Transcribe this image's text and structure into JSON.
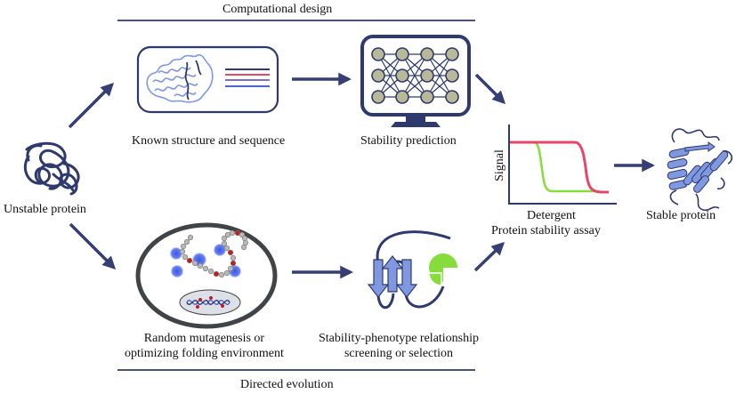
{
  "sections": {
    "top_title": "Computational design",
    "bottom_title": "Directed evolution"
  },
  "nodes": {
    "unstable": "Unstable protein",
    "known": "Known structure and sequence",
    "prediction": "Stability prediction",
    "mutagenesis_line1": "Random mutagenesis or",
    "mutagenesis_line2": "optimizing folding environment",
    "phenotype_line1": "Stability-phenotype relationship",
    "phenotype_line2": "screening or selection",
    "assay_xlabel": "Detergent",
    "assay_title": "Protein stability assay",
    "assay_ylabel": "Signal",
    "stable": "Stable protein"
  },
  "colors": {
    "navy": "#2e3a6e",
    "arrow": "#353f74",
    "protein_blue": "#7f98e0",
    "red_curve": "#e8456a",
    "green_curve": "#86dc3a",
    "node_fill": "#b9b99a",
    "cell_border": "#3f4448",
    "seq_red": "#e24a5e",
    "seq_blue": "#4a64d8",
    "seq_purple": "#7a6fd0"
  }
}
